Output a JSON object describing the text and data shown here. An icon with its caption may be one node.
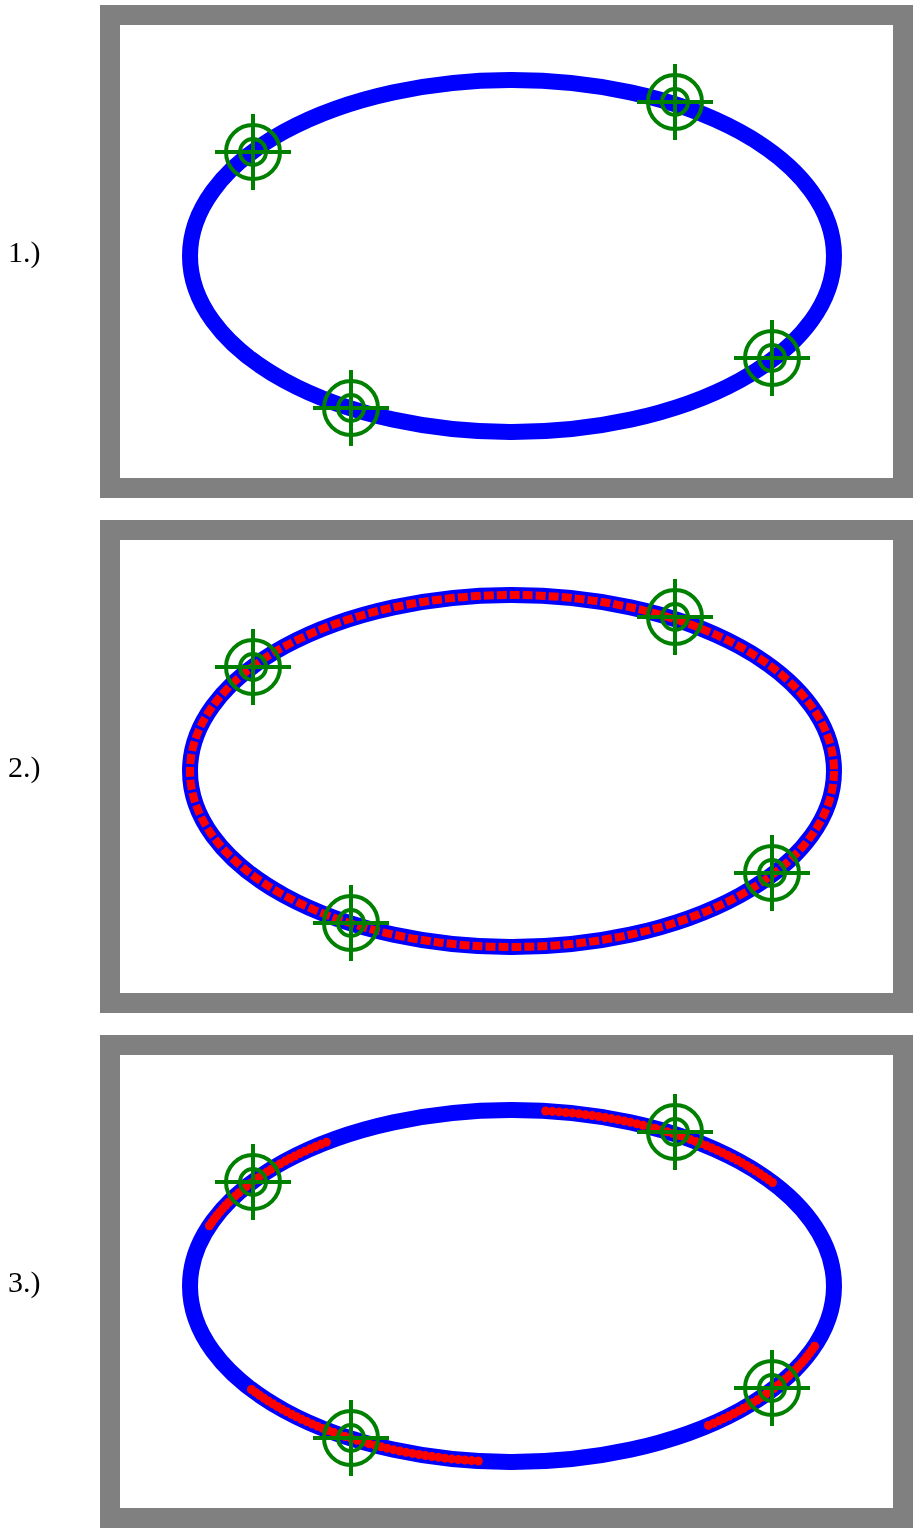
{
  "diagram": {
    "labels": [
      "1.)",
      "2.)",
      "3.)"
    ]
  }
}
